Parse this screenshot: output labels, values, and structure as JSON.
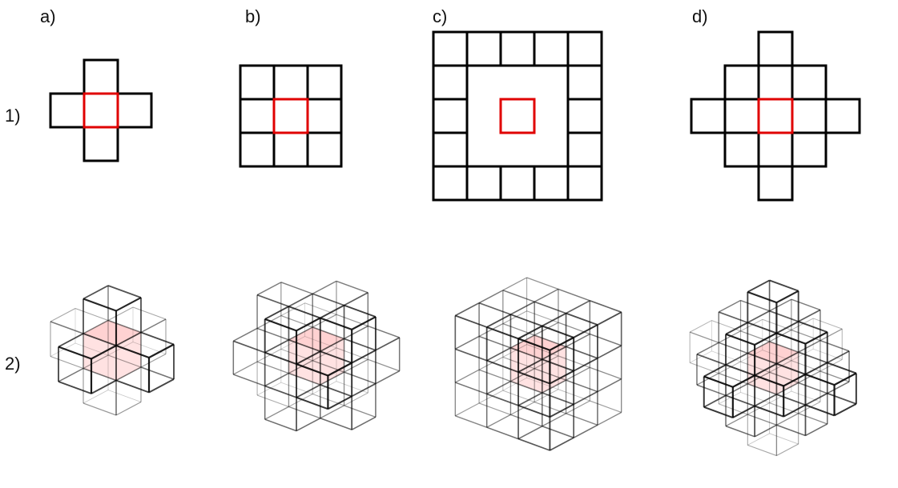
{
  "figure": {
    "column_labels": [
      "a)",
      "b)",
      "c)",
      "d)"
    ],
    "row_labels": [
      "1)",
      "2)"
    ]
  },
  "colors": {
    "grid": "#000000",
    "center": "#e00000",
    "cube_fill": "#ff6b6b"
  },
  "panels": [
    {
      "id": "a",
      "cells": [
        [
          0,
          -1
        ],
        [
          -1,
          0
        ],
        [
          1,
          0
        ],
        [
          0,
          1
        ]
      ]
    },
    {
      "id": "b",
      "cells": [
        [
          -1,
          -1
        ],
        [
          0,
          -1
        ],
        [
          1,
          -1
        ],
        [
          -1,
          0
        ],
        [
          1,
          0
        ],
        [
          -1,
          1
        ],
        [
          0,
          1
        ],
        [
          1,
          1
        ]
      ]
    },
    {
      "id": "c",
      "cells": [
        [
          -2,
          -2
        ],
        [
          -1,
          -2
        ],
        [
          0,
          -2
        ],
        [
          1,
          -2
        ],
        [
          2,
          -2
        ],
        [
          -2,
          -1
        ],
        [
          2,
          -1
        ],
        [
          -2,
          0
        ],
        [
          2,
          0
        ],
        [
          -2,
          1
        ],
        [
          2,
          1
        ],
        [
          -2,
          2
        ],
        [
          -1,
          2
        ],
        [
          0,
          2
        ],
        [
          1,
          2
        ],
        [
          2,
          2
        ]
      ]
    },
    {
      "id": "d",
      "cells": [
        [
          0,
          -2
        ],
        [
          -1,
          -1
        ],
        [
          0,
          -1
        ],
        [
          1,
          -1
        ],
        [
          -2,
          0
        ],
        [
          -1,
          0
        ],
        [
          1,
          0
        ],
        [
          2,
          0
        ],
        [
          -1,
          1
        ],
        [
          0,
          1
        ],
        [
          1,
          1
        ],
        [
          0,
          2
        ]
      ]
    }
  ],
  "clusters": [
    {
      "id": "a",
      "cells": [
        [
          0,
          0,
          0
        ],
        [
          1,
          0,
          0
        ],
        [
          -1,
          0,
          0
        ],
        [
          0,
          1,
          0
        ],
        [
          0,
          -1,
          0
        ],
        [
          0,
          0,
          1
        ],
        [
          0,
          0,
          -1
        ]
      ]
    },
    {
      "id": "b",
      "cells": [
        [
          0,
          0,
          0
        ],
        [
          1,
          0,
          0
        ],
        [
          -1,
          0,
          0
        ],
        [
          0,
          1,
          0
        ],
        [
          0,
          -1,
          0
        ],
        [
          0,
          0,
          1
        ],
        [
          0,
          0,
          -1
        ],
        [
          1,
          1,
          0
        ],
        [
          1,
          -1,
          0
        ],
        [
          -1,
          1,
          0
        ],
        [
          -1,
          -1,
          0
        ],
        [
          1,
          0,
          1
        ],
        [
          1,
          0,
          -1
        ],
        [
          -1,
          0,
          1
        ],
        [
          -1,
          0,
          -1
        ],
        [
          0,
          1,
          1
        ],
        [
          0,
          1,
          -1
        ],
        [
          0,
          -1,
          1
        ],
        [
          0,
          -1,
          -1
        ]
      ]
    },
    {
      "id": "c",
      "cells": [
        [
          -1,
          -1,
          -1
        ],
        [
          0,
          -1,
          -1
        ],
        [
          1,
          -1,
          -1
        ],
        [
          -1,
          0,
          -1
        ],
        [
          0,
          0,
          -1
        ],
        [
          1,
          0,
          -1
        ],
        [
          -1,
          1,
          -1
        ],
        [
          0,
          1,
          -1
        ],
        [
          1,
          1,
          -1
        ],
        [
          -1,
          -1,
          0
        ],
        [
          0,
          -1,
          0
        ],
        [
          1,
          -1,
          0
        ],
        [
          -1,
          0,
          0
        ],
        [
          0,
          0,
          0
        ],
        [
          1,
          0,
          0
        ],
        [
          -1,
          1,
          0
        ],
        [
          0,
          1,
          0
        ],
        [
          1,
          1,
          0
        ],
        [
          -1,
          -1,
          1
        ],
        [
          0,
          -1,
          1
        ],
        [
          1,
          -1,
          1
        ],
        [
          -1,
          0,
          1
        ],
        [
          0,
          0,
          1
        ],
        [
          1,
          0,
          1
        ],
        [
          -1,
          1,
          1
        ],
        [
          0,
          1,
          1
        ],
        [
          1,
          1,
          1
        ]
      ]
    },
    {
      "id": "d",
      "cells": [
        [
          0,
          0,
          0
        ],
        [
          1,
          0,
          0
        ],
        [
          -1,
          0,
          0
        ],
        [
          0,
          1,
          0
        ],
        [
          0,
          -1,
          0
        ],
        [
          0,
          0,
          1
        ],
        [
          0,
          0,
          -1
        ],
        [
          2,
          0,
          0
        ],
        [
          -2,
          0,
          0
        ],
        [
          0,
          2,
          0
        ],
        [
          0,
          -2,
          0
        ],
        [
          0,
          0,
          2
        ],
        [
          0,
          0,
          -2
        ],
        [
          1,
          1,
          0
        ],
        [
          1,
          -1,
          0
        ],
        [
          -1,
          1,
          0
        ],
        [
          -1,
          -1,
          0
        ],
        [
          1,
          0,
          1
        ],
        [
          1,
          0,
          -1
        ],
        [
          -1,
          0,
          1
        ],
        [
          -1,
          0,
          -1
        ],
        [
          0,
          1,
          1
        ],
        [
          0,
          1,
          -1
        ],
        [
          0,
          -1,
          1
        ],
        [
          0,
          -1,
          -1
        ]
      ]
    }
  ]
}
